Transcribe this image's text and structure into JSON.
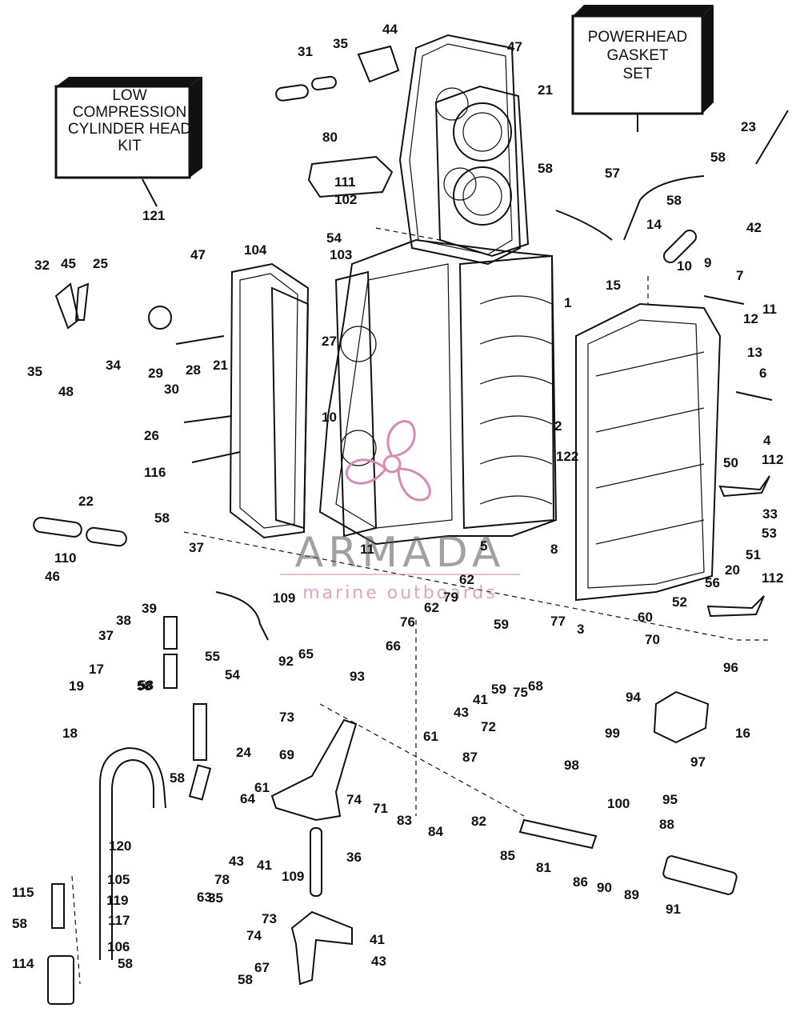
{
  "boxes": {
    "powerhead": [
      "POWERHEAD",
      "GASKET",
      "SET"
    ],
    "lowcomp": [
      "LOW",
      "COMPRESSION",
      "CYLINDER HEAD",
      "KIT"
    ]
  },
  "watermark": {
    "main": "ARMADA",
    "sub": "marine outboards",
    "accent_color": "#d98ab3"
  },
  "callouts": [
    "44",
    "35",
    "31",
    "47",
    "21",
    "80",
    "111",
    "102",
    "54",
    "103",
    "58",
    "57",
    "23",
    "58",
    "42",
    "14",
    "58",
    "15",
    "10",
    "9",
    "7",
    "1",
    "11",
    "12",
    "13",
    "6",
    "2",
    "4",
    "50",
    "112",
    "33",
    "53",
    "51",
    "20",
    "56",
    "52",
    "112",
    "8",
    "5",
    "62",
    "79",
    "62",
    "76",
    "66",
    "59",
    "77",
    "3",
    "60",
    "70",
    "96",
    "65",
    "92",
    "93",
    "73",
    "69",
    "61",
    "74",
    "71",
    "87",
    "83",
    "84",
    "82",
    "85",
    "81",
    "86",
    "90",
    "88",
    "89",
    "91",
    "94",
    "99",
    "97",
    "16",
    "98",
    "100",
    "95",
    "72",
    "61",
    "43",
    "41",
    "59",
    "75",
    "68",
    "22",
    "110",
    "46",
    "58",
    "37",
    "39",
    "38",
    "37",
    "17",
    "19",
    "58",
    "109",
    "55",
    "58",
    "54",
    "18",
    "24",
    "58",
    "120",
    "105",
    "119",
    "117",
    "106",
    "115",
    "58",
    "114",
    "58",
    "63",
    "43",
    "41",
    "109",
    "78",
    "64",
    "36",
    "73",
    "74",
    "41",
    "67",
    "43",
    "58",
    "35",
    "32",
    "45",
    "25",
    "35",
    "48",
    "47",
    "104",
    "34",
    "29",
    "30",
    "28",
    "21",
    "27",
    "26",
    "116",
    "10",
    "11",
    "122",
    "121"
  ]
}
